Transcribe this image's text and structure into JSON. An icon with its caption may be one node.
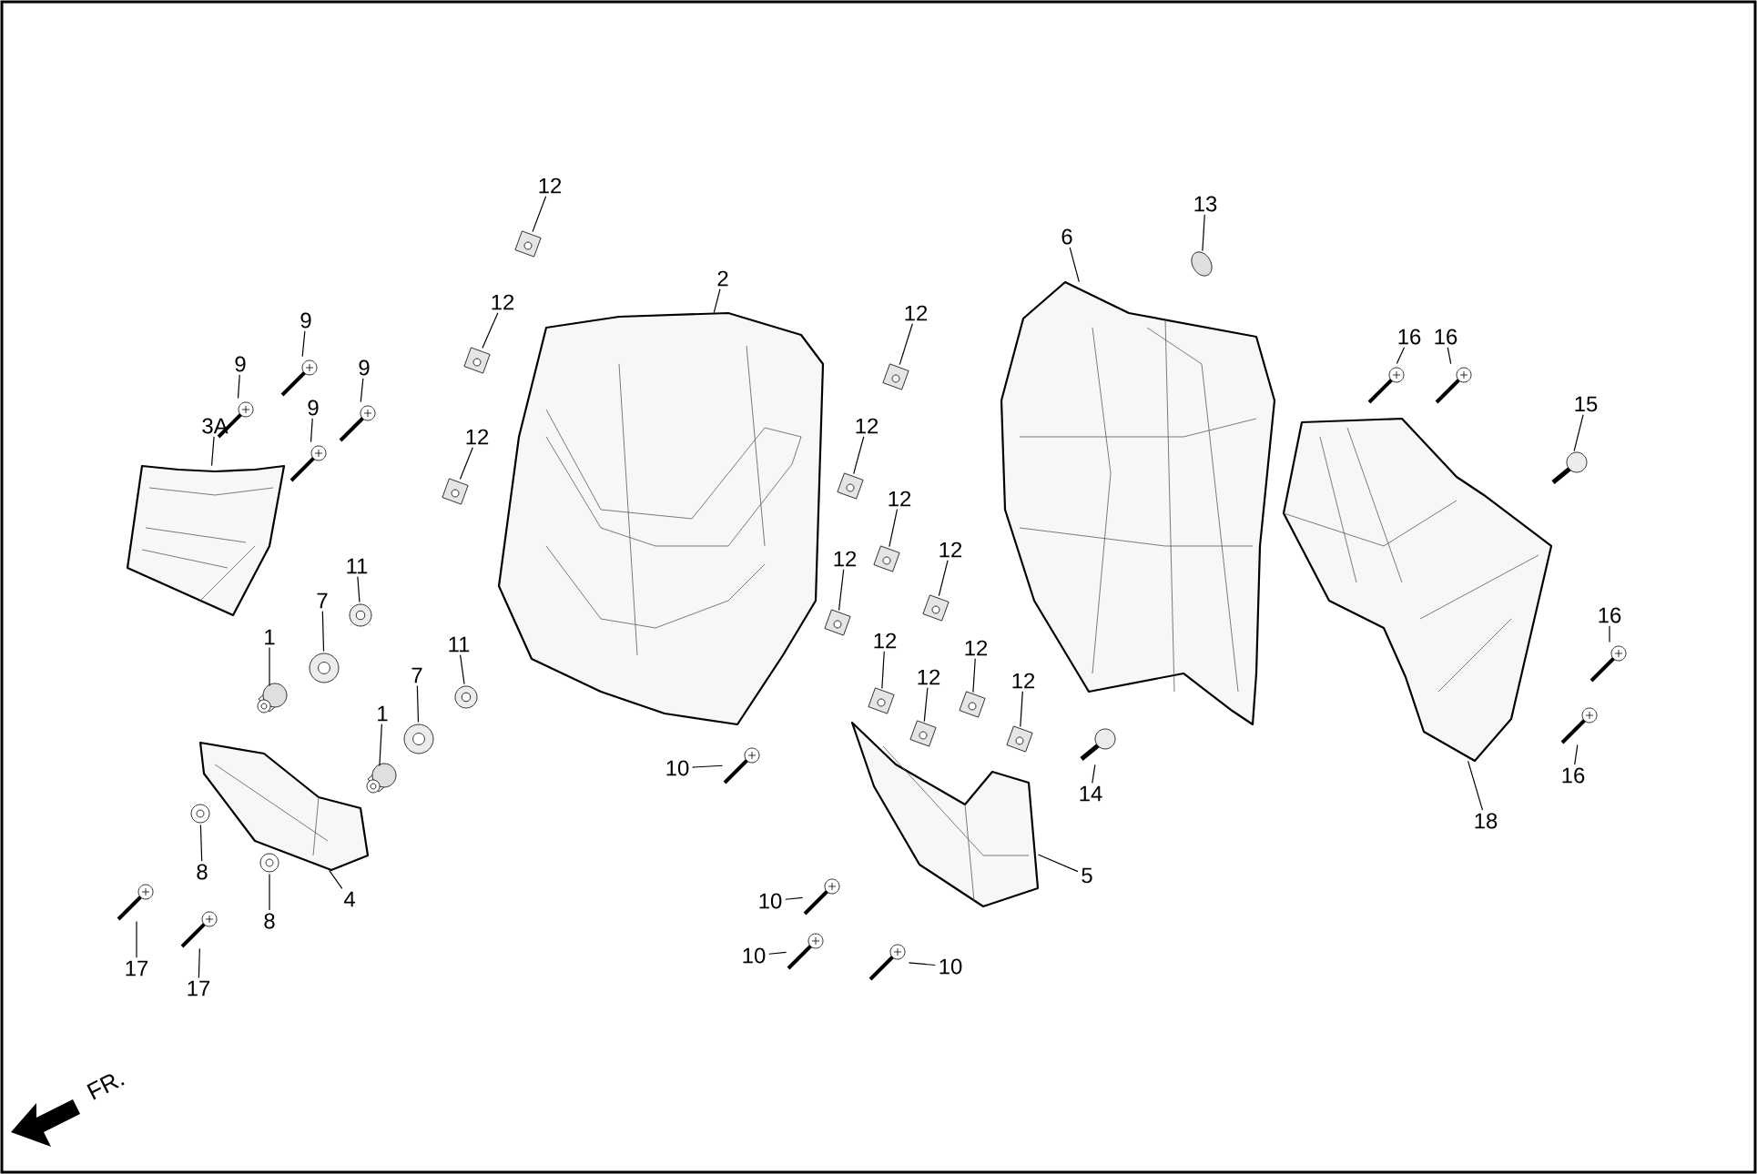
{
  "diagram": {
    "nodes": [
      {
        "text": [
          "12"
        ]
      },
      {
        "text": [],
        "shape": "picture"
      },
      {
        "text": [
          "2"
        ]
      },
      {
        "text": [],
        "shape": "picture"
      },
      {
        "text": [
          "12"
        ]
      },
      {
        "text": [],
        "shape": "picture"
      },
      {
        "text": [
          "9"
        ]
      },
      {
        "text": [],
        "shape": "picture"
      },
      {
        "text": [
          "12"
        ]
      },
      {
        "text": [],
        "shape": "picture"
      },
      {
        "text": [
          "9"
        ]
      },
      {
        "text": [],
        "shape": "picture"
      },
      {
        "text": [
          "9"
        ]
      },
      {
        "text": [],
        "shape": "picture"
      },
      {
        "text": [
          "9"
        ]
      },
      {
        "text": [],
        "shape": "picture"
      },
      {
        "text": [
          "12"
        ]
      },
      {
        "text": [],
        "shape": "picture"
      },
      {
        "text": [
          "12"
        ]
      },
      {
        "text": [],
        "shape": "picture"
      },
      {
        "text": [
          "3A"
        ]
      },
      {
        "text": [],
        "shape": "picture"
      },
      {
        "text": [
          "12"
        ]
      },
      {
        "text": [],
        "shape": "picture"
      },
      {
        "text": [
          "12"
        ]
      },
      {
        "text": [],
        "shape": "picture"
      },
      {
        "text": [
          "12"
        ]
      },
      {
        "text": [],
        "shape": "picture"
      },
      {
        "text": [
          "11"
        ]
      },
      {
        "text": [],
        "shape": "picture"
      },
      {
        "text": [
          "7"
        ]
      },
      {
        "text": [],
        "shape": "picture"
      },
      {
        "text": [
          "1"
        ]
      },
      {
        "text": [],
        "shape": "picture"
      },
      {
        "text": [
          "11"
        ]
      },
      {
        "text": [],
        "shape": "picture"
      },
      {
        "text": [
          "7"
        ]
      },
      {
        "text": [],
        "shape": "picture"
      },
      {
        "text": [
          "1"
        ]
      },
      {
        "text": [],
        "shape": "picture"
      },
      {
        "text": [
          "12"
        ]
      },
      {
        "text": [],
        "shape": "picture"
      },
      {
        "text": [
          "12"
        ]
      },
      {
        "text": [],
        "shape": "picture"
      },
      {
        "text": [
          "12"
        ]
      },
      {
        "text": [],
        "shape": "picture"
      },
      {
        "text": [
          "12"
        ]
      },
      {
        "text": [],
        "shape": "picture"
      },
      {
        "text": [
          "6"
        ]
      },
      {
        "text": [],
        "shape": "picture"
      },
      {
        "text": [
          "13"
        ]
      },
      {
        "text": [],
        "shape": "picture"
      },
      {
        "text": [
          "16"
        ]
      },
      {
        "text": [],
        "shape": "picture"
      },
      {
        "text": [
          "16"
        ]
      },
      {
        "text": [],
        "shape": "picture"
      },
      {
        "text": [
          "15"
        ]
      },
      {
        "text": [],
        "shape": "picture"
      },
      {
        "text": [
          "16"
        ]
      },
      {
        "text": [],
        "shape": "picture"
      },
      {
        "text": [
          "14"
        ]
      },
      {
        "text": [],
        "shape": "picture"
      },
      {
        "text": [
          "16"
        ]
      },
      {
        "text": [],
        "shape": "picture"
      },
      {
        "text": [
          "18"
        ]
      },
      {
        "text": [],
        "shape": "picture"
      },
      {
        "text": [
          "10"
        ]
      },
      {
        "text": [],
        "shape": "picture"
      },
      {
        "text": [
          "8"
        ]
      },
      {
        "text": [],
        "shape": "picture"
      },
      {
        "text": [
          "8"
        ]
      },
      {
        "text": [],
        "shape": "picture"
      },
      {
        "text": [
          "4"
        ]
      },
      {
        "text": [],
        "shape": "picture"
      },
      {
        "text": [
          "5"
        ]
      },
      {
        "text": [],
        "shape": "picture"
      },
      {
        "text": [
          "10"
        ]
      },
      {
        "text": [],
        "shape": "picture"
      },
      {
        "text": [
          "17"
        ]
      },
      {
        "text": [],
        "shape": "picture"
      },
      {
        "text": [
          "17"
        ]
      },
      {
        "text": [],
        "shape": "picture"
      },
      {
        "text": [
          "10"
        ]
      },
      {
        "text": [],
        "shape": "picture"
      },
      {
        "text": [
          "10"
        ]
      },
      {
        "text": [],
        "shape": "picture"
      }
    ],
    "edges": [
      {
        "from": 0,
        "to": 1,
        "arrow": "none"
      },
      {
        "from": 2,
        "to": 3,
        "arrow": "none"
      },
      {
        "from": 4,
        "to": 5,
        "arrow": "none"
      },
      {
        "from": 6,
        "to": 7,
        "arrow": "none"
      },
      {
        "from": 8,
        "to": 9,
        "arrow": "none"
      },
      {
        "from": 10,
        "to": 11,
        "arrow": "none"
      },
      {
        "from": 12,
        "to": 13,
        "arrow": "none"
      },
      {
        "from": 14,
        "to": 15,
        "arrow": "none"
      },
      {
        "from": 16,
        "to": 17,
        "arrow": "none"
      },
      {
        "from": 18,
        "to": 19,
        "arrow": "none"
      },
      {
        "from": 20,
        "to": 21,
        "arrow": "none"
      },
      {
        "from": 22,
        "to": 23,
        "arrow": "none"
      },
      {
        "from": 24,
        "to": 25,
        "arrow": "none"
      },
      {
        "from": 26,
        "to": 27,
        "arrow": "none"
      },
      {
        "from": 28,
        "to": 29,
        "arrow": "none"
      },
      {
        "from": 30,
        "to": 31,
        "arrow": "none"
      },
      {
        "from": 32,
        "to": 33,
        "arrow": "none"
      },
      {
        "from": 34,
        "to": 35,
        "arrow": "none"
      },
      {
        "from": 36,
        "to": 37,
        "arrow": "none"
      },
      {
        "from": 38,
        "to": 39,
        "arrow": "none"
      },
      {
        "from": 40,
        "to": 41,
        "arrow": "none"
      },
      {
        "from": 42,
        "to": 43,
        "arrow": "none"
      },
      {
        "from": 44,
        "to": 45,
        "arrow": "none"
      },
      {
        "from": 46,
        "to": 47,
        "arrow": "none"
      },
      {
        "from": 48,
        "to": 49,
        "arrow": "none"
      },
      {
        "from": 50,
        "to": 51,
        "arrow": "none"
      },
      {
        "from": 52,
        "to": 53,
        "arrow": "none"
      },
      {
        "from": 54,
        "to": 55,
        "arrow": "none"
      },
      {
        "from": 56,
        "to": 57,
        "arrow": "none"
      },
      {
        "from": 58,
        "to": 59,
        "arrow": "none"
      },
      {
        "from": 60,
        "to": 61,
        "arrow": "none"
      },
      {
        "from": 62,
        "to": 63,
        "arrow": "none"
      },
      {
        "from": 64,
        "to": 65,
        "arrow": "none"
      },
      {
        "from": 66,
        "to": 67,
        "arrow": "none"
      },
      {
        "from": 68,
        "to": 69,
        "arrow": "none"
      },
      {
        "from": 70,
        "to": 71,
        "arrow": "none"
      },
      {
        "from": 72,
        "to": 73,
        "arrow": "none"
      },
      {
        "from": 74,
        "to": 75,
        "arrow": "none"
      },
      {
        "from": 76,
        "to": 77,
        "arrow": "none"
      },
      {
        "from": 78,
        "to": 79,
        "arrow": "none"
      },
      {
        "from": 80,
        "to": 81,
        "arrow": "none"
      },
      {
        "from": 82,
        "to": 83,
        "arrow": "none"
      },
      {
        "from": 84,
        "to": 85,
        "arrow": "none"
      }
    ],
    "labels": [
      "FR."
    ]
  }
}
